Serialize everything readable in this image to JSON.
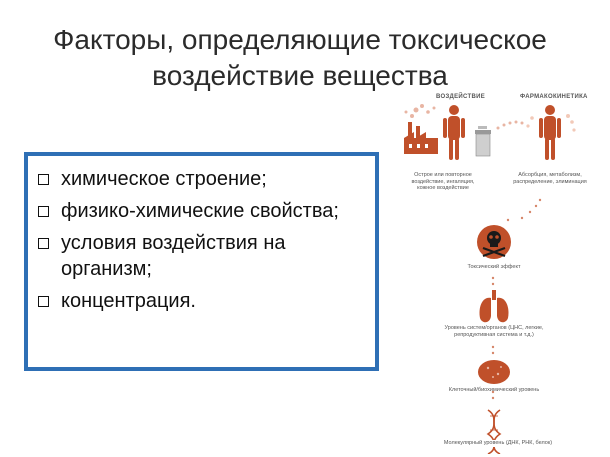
{
  "slide": {
    "title": "Факторы, определяющие токсическое воздействие вещества",
    "items": [
      {
        "text": "химическое строение;"
      },
      {
        "text": "физико-химические свойства;"
      },
      {
        "text": "условия воздействия на организм;"
      },
      {
        "text": "концентрация."
      }
    ]
  },
  "diagram": {
    "exposure_heading": "ВОЗДЕЙСТВИЕ",
    "pharmacokinetics_heading": "ФАРМАКОКИНЕТИКА",
    "exposure_caption": "Острое или повторное воздействие, ингаляция, кожное воздействие",
    "pk_caption": "Абсорбция, метаболизм, распределение, элиминация",
    "toxic_effect": "Токсический эффект",
    "organ_level": "Уровень систем/органов (ЦНС, легкие, репродуктивная система и т.д.)",
    "cell_level": "Клеточный/биохимический уровень",
    "molecular_level": "Молекулярный уровень (ДНК, РНК, белок)",
    "accent_color": "#c0502a",
    "icons": [
      "factory-icon",
      "human-figure-icon",
      "bin-icon",
      "skull-crossbones-icon",
      "lungs-icon",
      "cell-icon",
      "dna-icon"
    ]
  }
}
